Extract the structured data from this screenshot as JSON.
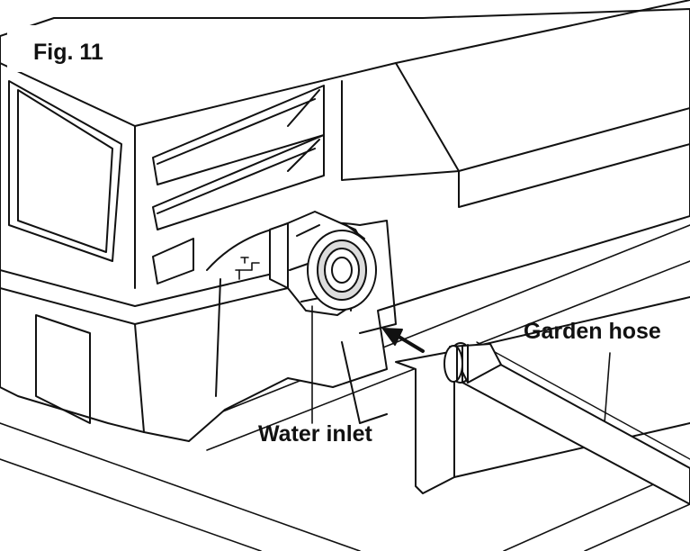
{
  "figure": {
    "number_label": "Fig. 11",
    "callouts": {
      "water_inlet": "Water inlet",
      "garden_hose": "Garden hose"
    }
  },
  "icons": [
    "faucet-icon",
    "insertion-arrow-icon"
  ],
  "colors": {
    "line": "#111111",
    "background": "#ffffff",
    "shade": "#dcdcdc"
  }
}
